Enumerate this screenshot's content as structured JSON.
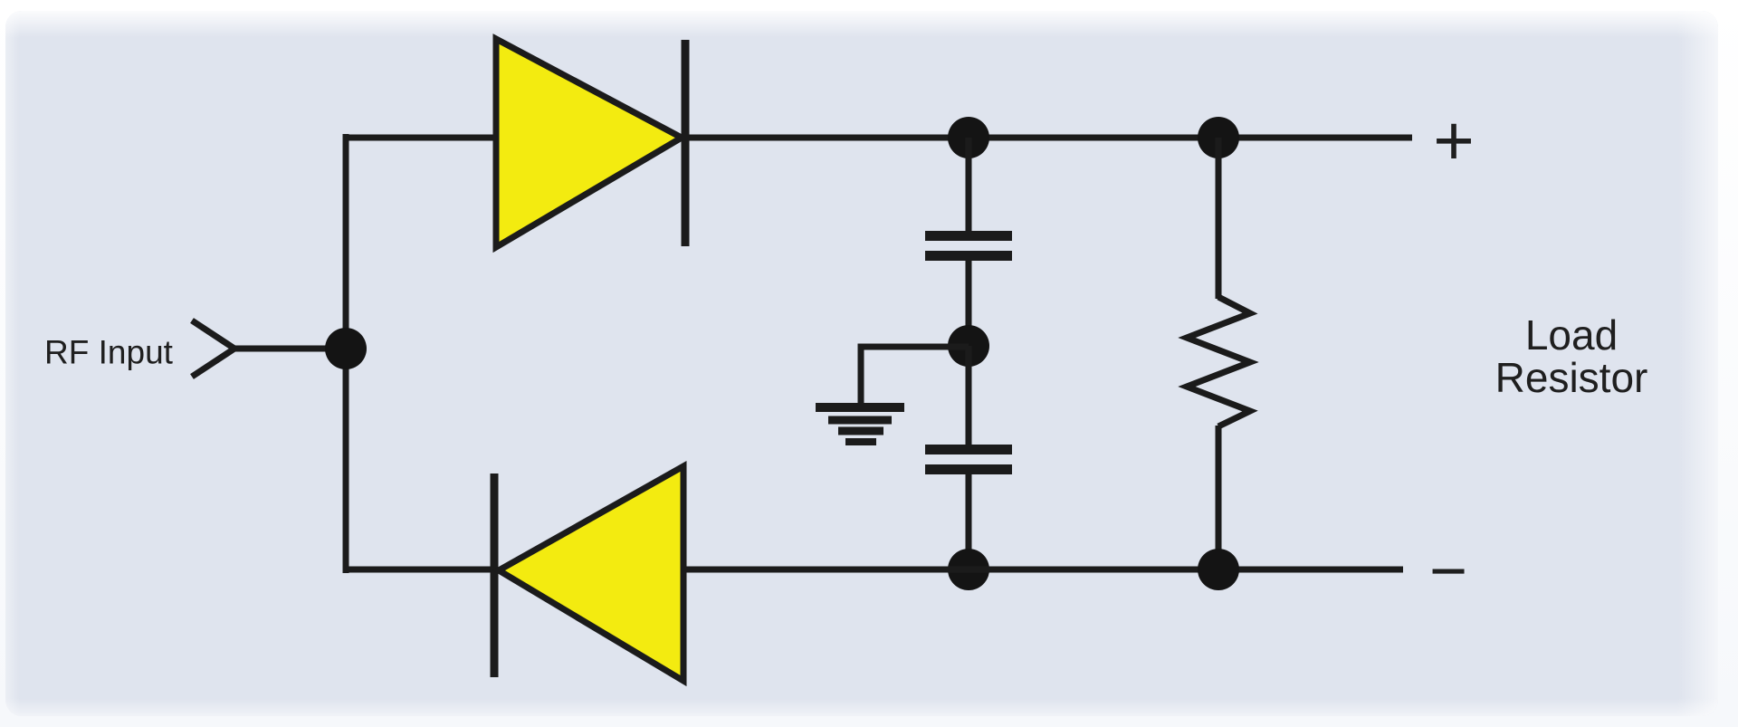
{
  "diagram_type": "circuit-schematic",
  "labels": {
    "rf_input": "RF Input",
    "load_resistor_line1": "Load",
    "load_resistor_line2": "Resistor",
    "positive_terminal": "+",
    "negative_terminal": "−"
  },
  "colors": {
    "background": "#dfe4ee",
    "wire": "#1b1b1b",
    "diode_fill": "#f3eb10",
    "diode_outline": "#1b1b1b",
    "text": "#1f1f1f"
  },
  "components": [
    "RF input terminal",
    "rectifier diode (top, pointing right)",
    "rectifier diode (bottom, pointing left)",
    "filter capacitor (upper)",
    "filter capacitor (lower)",
    "ground symbol",
    "load resistor",
    "positive output terminal",
    "negative output terminal"
  ]
}
